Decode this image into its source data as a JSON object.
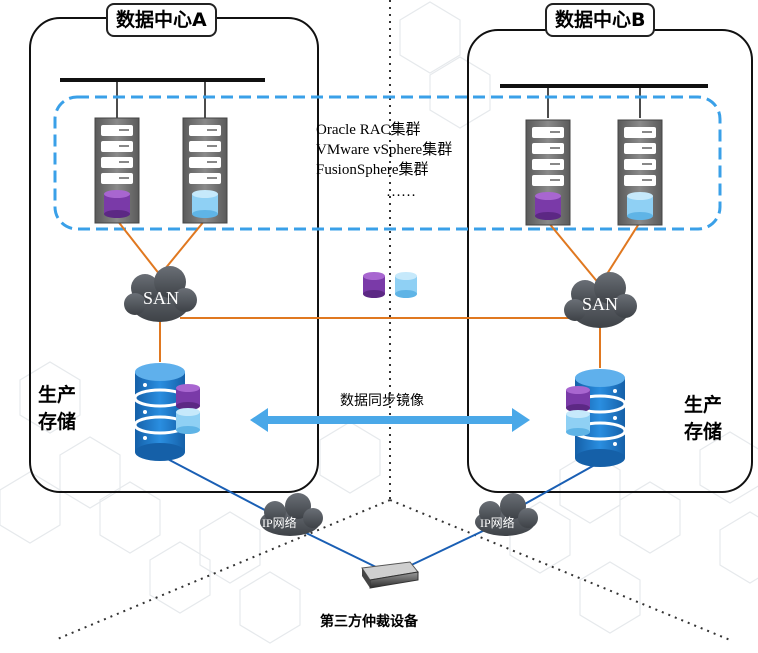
{
  "datacenters": [
    {
      "title": "数据中心A",
      "storage_label": [
        "生产",
        "存储"
      ]
    },
    {
      "title": "数据中心B",
      "storage_label": [
        "生产",
        "存储"
      ]
    }
  ],
  "clusters": [
    "Oracle RAC集群",
    "VMware vSphere集群",
    "FusionSphere集群",
    "……"
  ],
  "san_label": "SAN",
  "sync_label": "数据同步镜像",
  "ip_network_label": "IP网络",
  "arbiter_label": "第三方仲裁设备",
  "colors": {
    "cluster_border": "#3aa0e8",
    "fc_link": "#e07820",
    "ip_link": "#1a5fb4",
    "sync_arrow": "#4aa8e8",
    "storage_blue": "#1f7fd0",
    "disk_purple": "#7a3aa8",
    "disk_lightblue": "#8fd0f4",
    "cloud": "#555a60"
  }
}
